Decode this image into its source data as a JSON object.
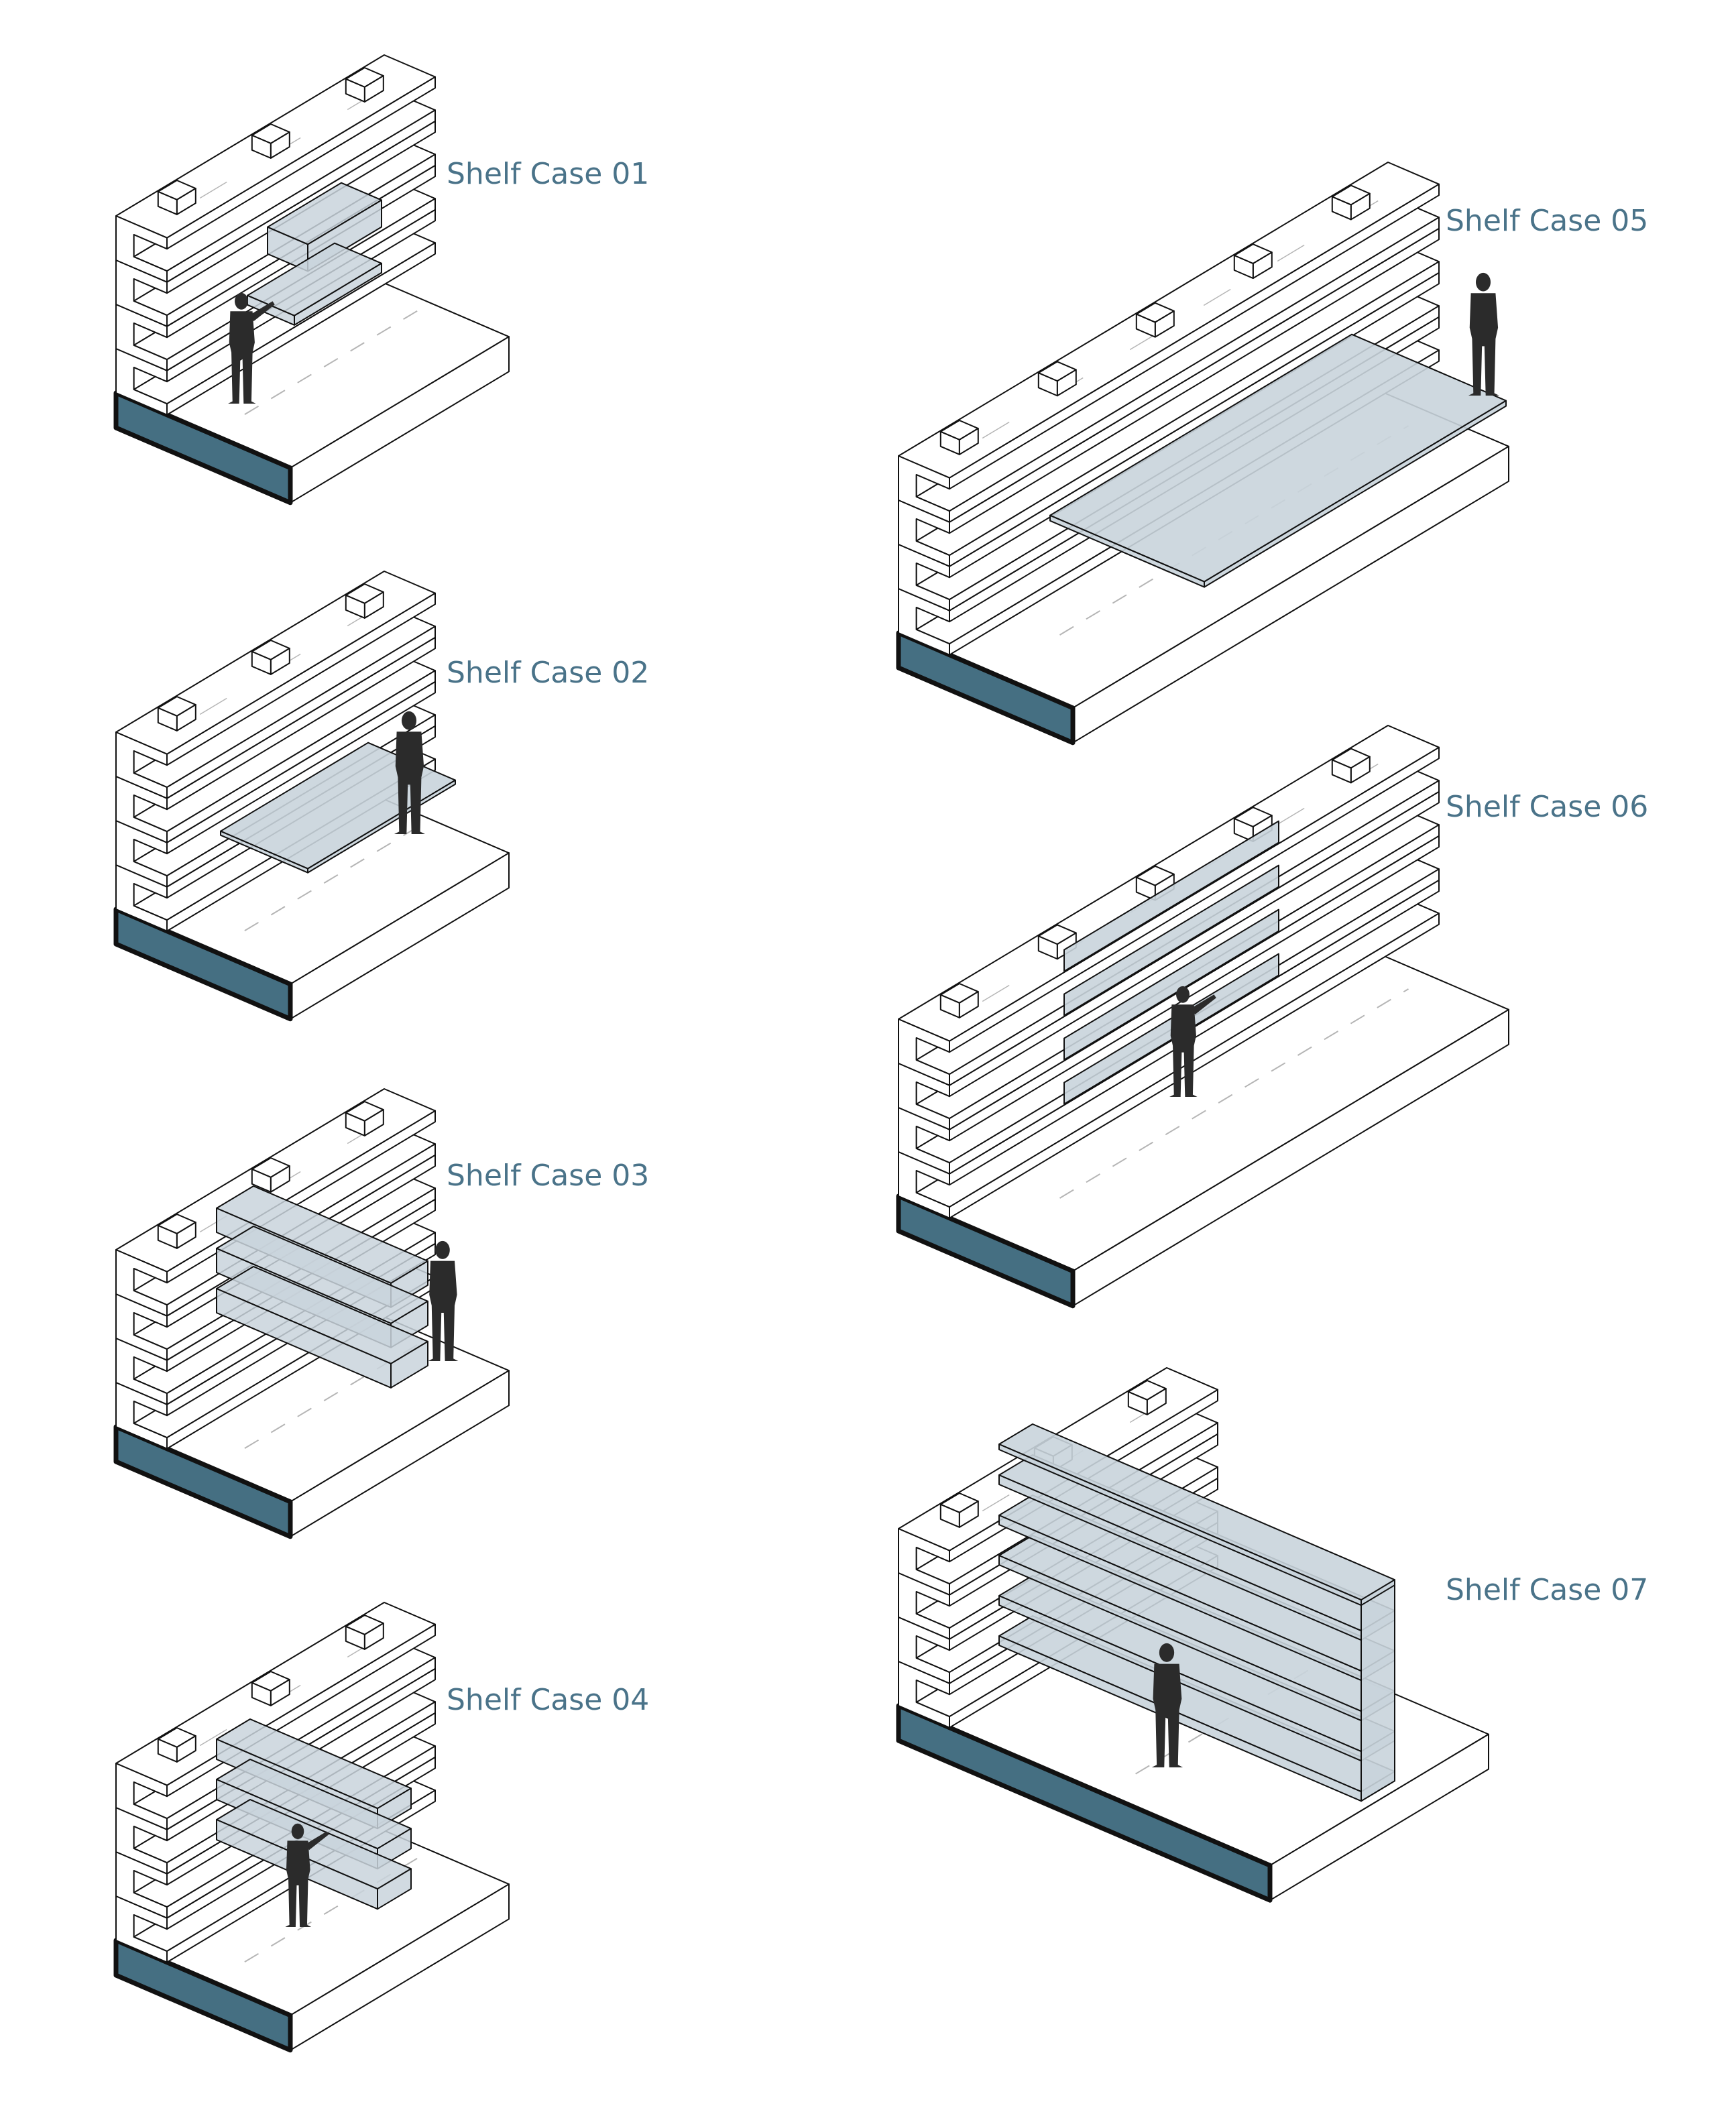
{
  "panels": [
    {
      "id": "01",
      "label": "Shelf Case 01",
      "variant": "drawer-trays",
      "figure_pose": "reaching"
    },
    {
      "id": "02",
      "label": "Shelf Case 02",
      "variant": "fold-out-table",
      "figure_pose": "standing"
    },
    {
      "id": "03",
      "label": "Shelf Case 03",
      "variant": "pull-out-boxes",
      "figure_pose": "standing"
    },
    {
      "id": "04",
      "label": "Shelf Case 04",
      "variant": "open-pull-out-boxes",
      "figure_pose": "reaching"
    },
    {
      "id": "05",
      "label": "Shelf Case 05",
      "variant": "long-table",
      "figure_pose": "standing"
    },
    {
      "id": "06",
      "label": "Shelf Case 06",
      "variant": "recessed-panels",
      "figure_pose": "reaching"
    },
    {
      "id": "07",
      "label": "Shelf Case 07",
      "variant": "perpendicular-shelf-unit",
      "figure_pose": "standing"
    }
  ],
  "colors": {
    "label": "#4a7389",
    "platform_face": "#456f82",
    "insert_fill": "#c9d4dc",
    "figure": "#2b2b2b",
    "line": "#111111",
    "ghost_line": "#b5b5b5"
  }
}
